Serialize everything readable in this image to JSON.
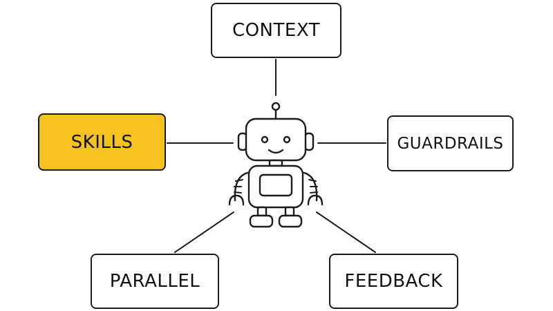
{
  "diagram": {
    "center": {
      "icon": "robot-icon"
    },
    "nodes": [
      {
        "id": "context",
        "label": "CONTEXT",
        "highlighted": false
      },
      {
        "id": "skills",
        "label": "SKILLS",
        "highlighted": true
      },
      {
        "id": "guardrails",
        "label": "GUARDRAILS",
        "highlighted": false
      },
      {
        "id": "parallel",
        "label": "PARALLEL",
        "highlighted": false
      },
      {
        "id": "feedback",
        "label": "FEEDBACK",
        "highlighted": false
      }
    ],
    "edges": [
      {
        "from": "robot",
        "to": "context"
      },
      {
        "from": "robot",
        "to": "skills"
      },
      {
        "from": "robot",
        "to": "guardrails"
      },
      {
        "from": "robot",
        "to": "parallel"
      },
      {
        "from": "robot",
        "to": "feedback"
      }
    ]
  },
  "colors": {
    "highlight": "#F5C220",
    "stroke": "#1a1a1a",
    "background": "#ffffff",
    "robot_fill": "#ffffff"
  }
}
